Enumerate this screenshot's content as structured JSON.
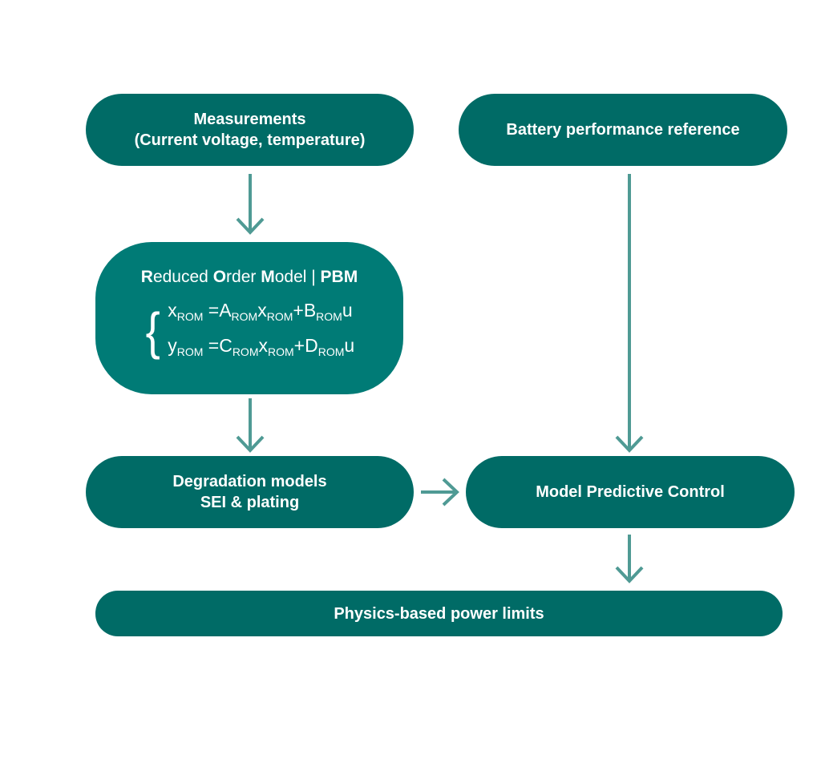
{
  "colors": {
    "node": "#006b66",
    "rom_node": "#007b76",
    "arrow": "#4f9a94",
    "text": "#ffffff"
  },
  "nodes": {
    "measurements": {
      "line1": "Measurements",
      "line2": "(Current voltage, temperature)"
    },
    "battery_reference": {
      "label": "Battery performance reference"
    },
    "rom": {
      "title": {
        "r": "R",
        "educed": "educed ",
        "o": "O",
        "rder": "rder ",
        "m": "M",
        "odel": "odel | ",
        "pbm": "PBM"
      },
      "eq1": {
        "x": "x",
        "sub_rom1": "ROM",
        "eq": " =A",
        "sub_rom2": "ROM",
        "x2": "x",
        "sub_rom3": "ROM",
        "plus": "+B",
        "sub_rom4": "ROM",
        "u": "u"
      },
      "eq2": {
        "y": "y",
        "sub_rom1": "ROM",
        "eq": " =C",
        "sub_rom2": "ROM",
        "x2": "x",
        "sub_rom3": "ROM",
        "plus": "+D",
        "sub_rom4": "ROM",
        "u": "u"
      },
      "brace": "{"
    },
    "degradation": {
      "line1": "Degradation models",
      "line2": "SEI & plating"
    },
    "mpc": {
      "label": "Model Predictive Control"
    },
    "power_limits": {
      "label": "Physics-based power limits"
    }
  },
  "edges": [
    {
      "from": "measurements",
      "to": "rom"
    },
    {
      "from": "rom",
      "to": "degradation"
    },
    {
      "from": "degradation",
      "to": "mpc"
    },
    {
      "from": "battery_reference",
      "to": "mpc"
    },
    {
      "from": "mpc",
      "to": "power_limits"
    }
  ]
}
